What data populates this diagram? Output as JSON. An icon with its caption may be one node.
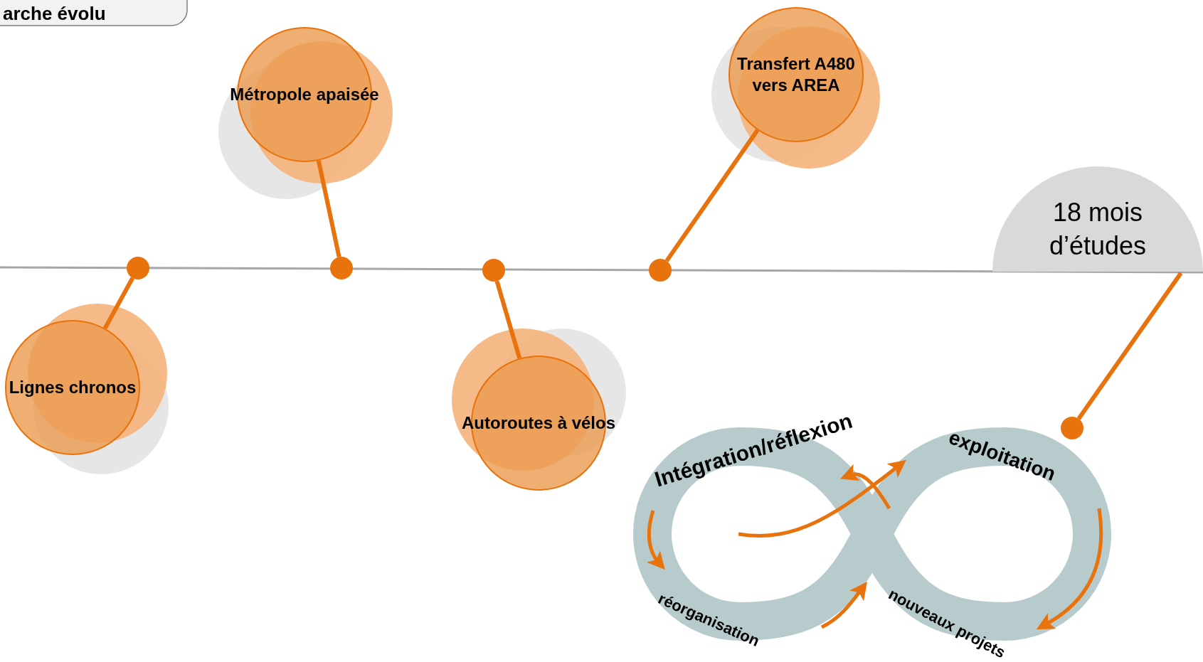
{
  "diagram": {
    "nodes": [
      {
        "text": [
          "Lignes chronos"
        ]
      },
      {
        "text": [],
        "shape": "circle"
      },
      {
        "text": [
          "Métropole apaisée"
        ]
      },
      {
        "text": [],
        "shape": "circle"
      },
      {
        "text": [
          "Autoroutes à vélos"
        ]
      },
      {
        "text": [],
        "shape": "circle"
      },
      {
        "text": [
          "Transfert A480 vers AREA"
        ]
      },
      {
        "text": [],
        "shape": "circle"
      },
      {
        "text": [
          "18 mois d’études"
        ]
      },
      {
        "text": [],
        "shape": "circle"
      }
    ],
    "edges": [
      {
        "from": 1,
        "to": 0,
        "arrow": "none"
      },
      {
        "from": 3,
        "to": 2,
        "arrow": "none"
      },
      {
        "from": 5,
        "to": 4,
        "arrow": "none"
      },
      {
        "from": 7,
        "to": 6,
        "arrow": "none"
      },
      {
        "from": 8,
        "to": 9,
        "arrow": "none"
      }
    ],
    "labels": [
      "arche évolu",
      "Intégration/réflexion",
      "exploitation",
      "réorganisation",
      "nouveaux projets"
    ]
  }
}
